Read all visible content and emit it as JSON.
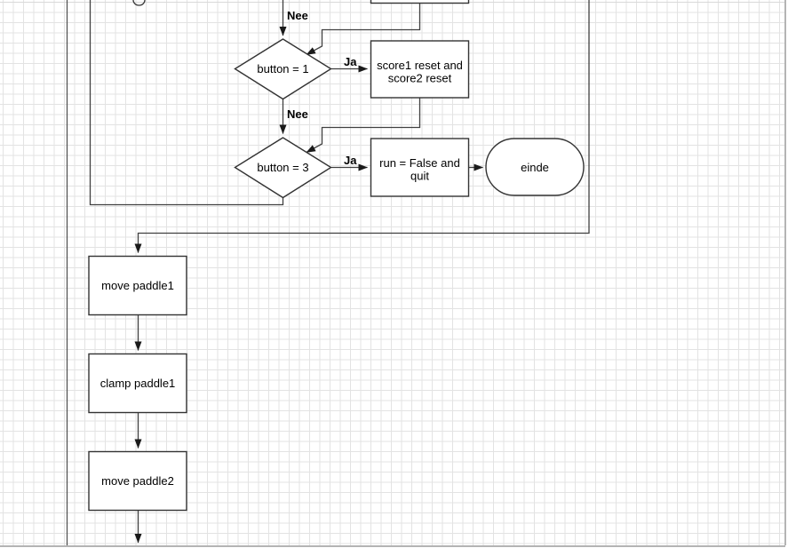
{
  "canvas": {
    "grid_color": "#e3e3e3",
    "edge_color": "#b4b4b4",
    "shape_border_color": "#333333",
    "connector_color": "#404040",
    "text_color": "#000000"
  },
  "flowchart": {
    "decision1": {
      "label": "button = 1"
    },
    "decision2": {
      "label": "button = 3"
    },
    "process_reset": {
      "line1": "score1 reset and",
      "line2": "score2 reset"
    },
    "process_quit": {
      "line1": "run = False and",
      "line2": "quit"
    },
    "terminator": {
      "label": "einde"
    },
    "process_move_paddle1": {
      "label": "move paddle1"
    },
    "process_clamp_paddle1": {
      "label": "clamp paddle1"
    },
    "process_move_paddle2": {
      "label": "move paddle2"
    },
    "edge_labels": {
      "nee1": "Nee",
      "ja1": "Ja",
      "nee2": "Nee",
      "ja2": "Ja"
    }
  }
}
